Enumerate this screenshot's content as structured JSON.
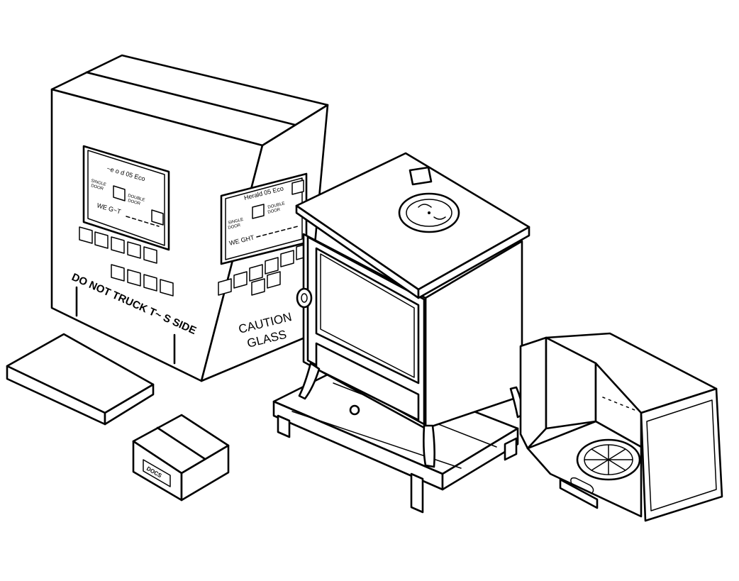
{
  "labels": {
    "big_box_left_brand": "~e o d 05 Eco",
    "big_box_left_single": "SINGLE",
    "big_box_left_single_2": "DOOR",
    "big_box_left_double": "DOUBLE",
    "big_box_left_double_2": "DOOR",
    "big_box_left_weight": "WE G~T",
    "big_box_right_brand": "Herald 05 Eco",
    "big_box_right_single": "SINGLE",
    "big_box_right_single_2": "DOOR",
    "big_box_right_double": "DOUBLE",
    "big_box_right_double_2": "DOOR",
    "big_box_right_weight": "WE GHT",
    "do_not_truck": "DO NOT TRUCK T~ S SIDE",
    "caution": "CAUTION",
    "glass": "GLASS",
    "small_box_label": "DOCS"
  }
}
